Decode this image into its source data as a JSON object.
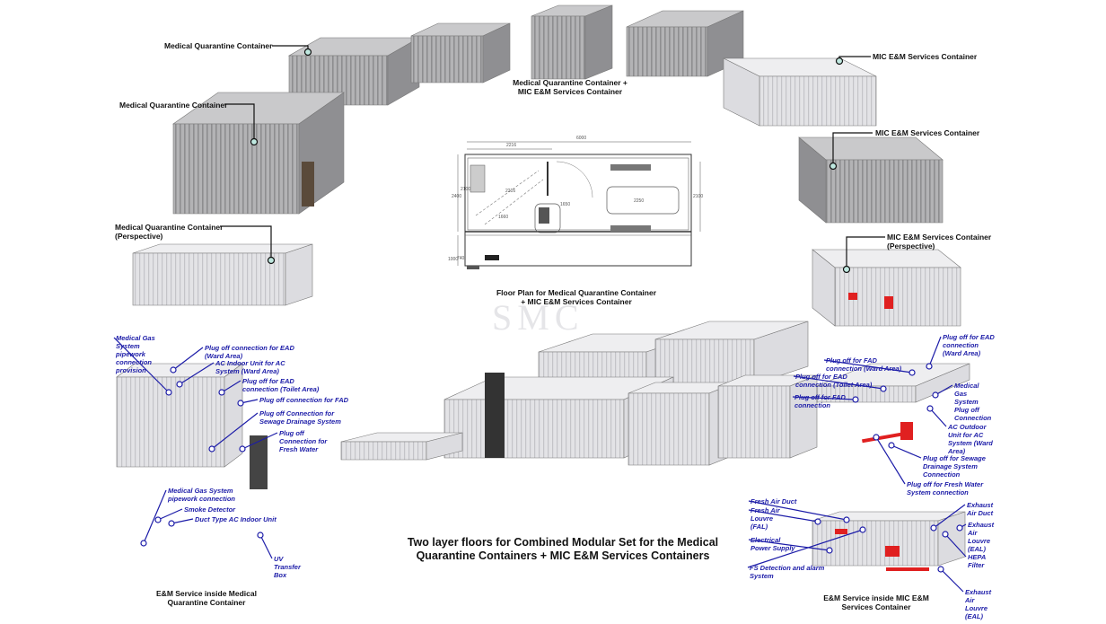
{
  "labels": {
    "mq_top": "Medical Quarantine Container",
    "mq_mid": "Medical Quarantine Container",
    "mq_persp_1": "Medical Quarantine Container",
    "mq_persp_2": "(Perspective)",
    "combo_1": "Medical Quarantine Container +",
    "combo_2": "MIC E&M Services Container",
    "mic_top": "MIC E&M Services Container",
    "mic_mid": "MIC E&M Services Container",
    "mic_persp_1": "MIC E&M Services Container",
    "mic_persp_2": "(Perspective)",
    "floorplan_1": "Floor Plan for Medical Quarantine Container",
    "floorplan_2": "+ MIC E&M Services Container",
    "main_title_1": "Two layer floors for Combined Modular Set for the Medical",
    "main_title_2": "Quarantine Containers + MIC E&M Services Containers",
    "em_mq_1": "E&M Service inside Medical",
    "em_mq_2": "Quarantine Container",
    "em_mic_1": "E&M Service inside MIC E&M",
    "em_mic_2": "Services Container"
  },
  "watermark": "SMC",
  "floorplan_dims": [
    "6000",
    "2216",
    "2216",
    "2400",
    "2100",
    "1650",
    "1660",
    "2250",
    "1000",
    "740",
    "2100"
  ],
  "callouts_left": [
    [
      "Medical Gas",
      "System",
      "pipework",
      "connection",
      "provision"
    ],
    [
      "Plug off connection for EAD",
      "(Ward Area)"
    ],
    [
      "AC Indoor Unit for AC",
      "System (Ward Area)"
    ],
    [
      "Plug off for EAD",
      "connection (Toilet Area)"
    ],
    [
      "Plug off connection for FAD"
    ],
    [
      "Plug off Connection for",
      "Sewage Drainage System"
    ],
    [
      "Plug off",
      "Connection for",
      "Fresh Water"
    ]
  ],
  "callouts_bottom_left": [
    [
      "Medical Gas System",
      "pipework connection"
    ],
    [
      "Smoke Detector"
    ],
    [
      "Duct Type AC Indoor Unit"
    ],
    [
      "UV",
      "Transfer",
      "Box"
    ]
  ],
  "callouts_right": [
    [
      "Plug off for EAD",
      "connection",
      "(Ward Area)"
    ],
    [
      "Plug off for FAD",
      "connection (Ward Area)"
    ],
    [
      "Plug off for EAD",
      "connection (Toilet Area)"
    ],
    [
      "Plug off for FAD",
      "connection"
    ],
    [
      "Medical",
      "Gas",
      "System",
      "Plug off",
      "Connection"
    ],
    [
      "AC Outdoor",
      "Unit for AC",
      "System (Ward",
      "Area)"
    ],
    [
      "Plug off for Sewage",
      "Drainage System",
      "Connection"
    ],
    [
      "Plug off for Fresh Water",
      "System connection"
    ]
  ],
  "callouts_bottom_right": [
    [
      "Fresh Air Duct"
    ],
    [
      "Fresh Air",
      "Louvre",
      "(FAL)"
    ],
    [
      "Electrical",
      "Power Supply"
    ],
    [
      "FS Detection and alarm",
      "System"
    ],
    [
      "Exhaust",
      "Air Duct"
    ],
    [
      "Exhaust",
      "Air",
      "Louvre",
      "(EAL)"
    ],
    [
      "HEPA",
      "Filter"
    ],
    [
      "Exhaust",
      "Air",
      "Louvre",
      "(EAL)"
    ]
  ],
  "colors": {
    "callout": "#1c1ca8",
    "container": "#a9a9ab",
    "red": "#e02020"
  }
}
